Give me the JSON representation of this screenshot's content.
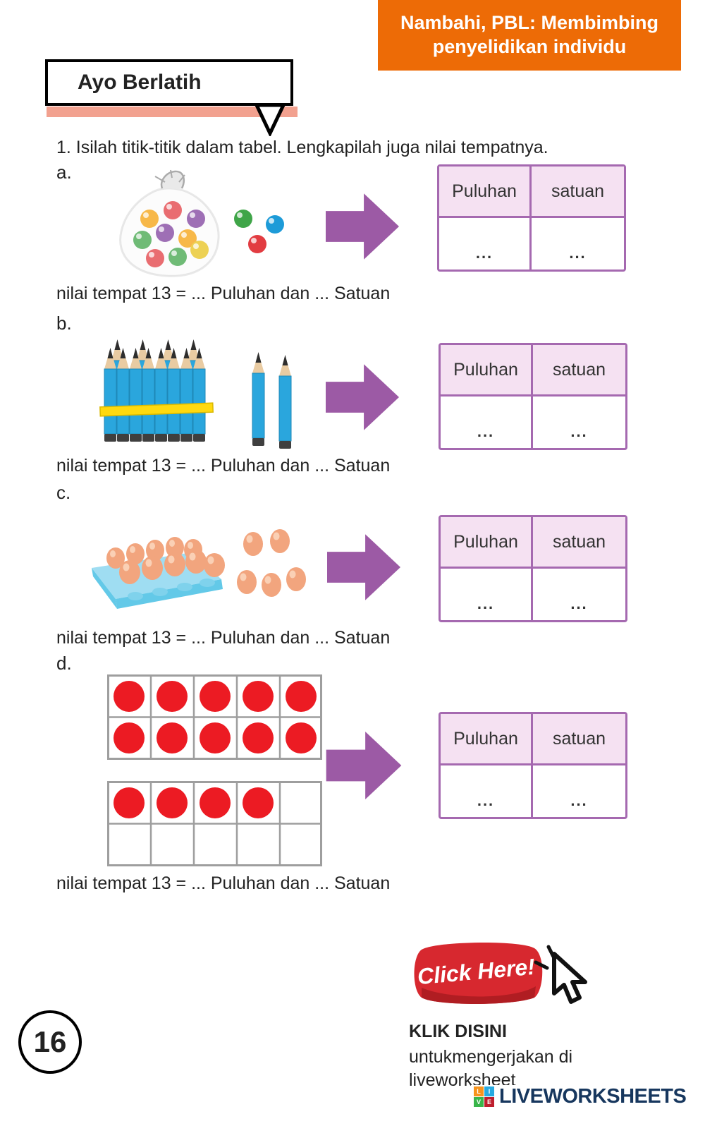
{
  "badge": {
    "line1": "Nambahi, PBL: Membimbing",
    "line2": "penyelidikan individu"
  },
  "title": "Ayo Berlatih",
  "instruction": "1. Isilah titik-titik dalam tabel. Lengkapilah juga nilai tempatnya.",
  "items": [
    {
      "label": "a.",
      "image": "bag-of-marbles-with-loose-marbles",
      "tens_header": "Puluhan",
      "ones_header": "satuan",
      "tens_value": "...",
      "ones_value": "...",
      "caption": "nilai tempat 13 = ...  Puluhan  dan ... Satuan"
    },
    {
      "label": "b.",
      "image": "bundle-of-pencils-with-loose-pencils",
      "tens_header": "Puluhan",
      "ones_header": "satuan",
      "tens_value": "...",
      "ones_value": "...",
      "caption": "nilai tempat 13 = ... Puluhan dan ... Satuan"
    },
    {
      "label": "c.",
      "image": "egg-carton-with-loose-eggs",
      "tens_header": "Puluhan",
      "ones_header": "satuan",
      "tens_value": "...",
      "ones_value": "...",
      "caption": "nilai tempat 13 = ... Puluhan dan ... Satuan"
    },
    {
      "label": "d.",
      "image": "ten-frames-with-red-counters",
      "tens_header": "Puluhan",
      "ones_header": "satuan",
      "tens_value": "...",
      "ones_value": "...",
      "caption": "nilai tempat 13 = ... Puluhan dan ... Satuan"
    }
  ],
  "footer": {
    "click_button": "Click Here!",
    "klik_line1": "KLIK DISINI",
    "klik_line2": "untukmengerjakan di",
    "klik_line3": "liveworksheet",
    "page_number": "16",
    "logo_text": "LIVEWORKSHEETS"
  },
  "colors": {
    "accent_orange": "#ED6B06",
    "salmon": "#F2A18F",
    "table_border_purple": "#A569B0",
    "table_header_pink": "#F5E1F2",
    "arrow_purple": "#9C5AA5",
    "counter_red": "#EC1B23",
    "pencil_blue": "#2AA6DD",
    "band_yellow": "#FFD90F",
    "egg_peach": "#F2A57E",
    "carton_blue": "#9FDDF2",
    "click_button_red": "#D7282F",
    "logo_navy": "#17375E"
  }
}
